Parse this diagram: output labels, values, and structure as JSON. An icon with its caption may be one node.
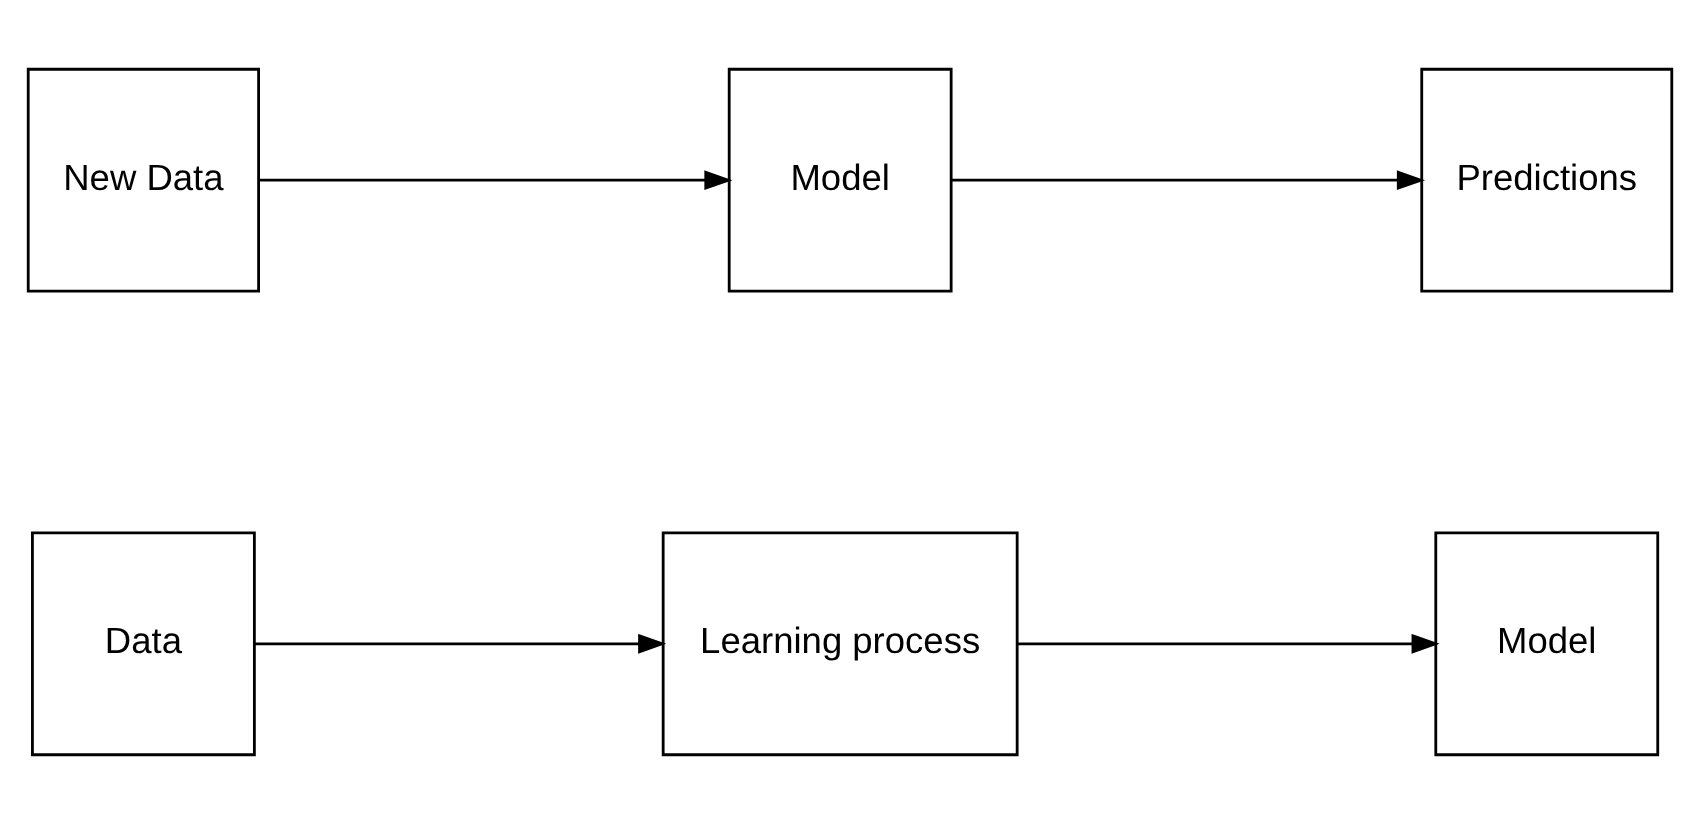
{
  "diagram": {
    "nodes": [
      {
        "text": [
          "Data"
        ]
      },
      {
        "text": [
          "Learning process"
        ]
      },
      {
        "text": [
          "Model"
        ]
      },
      {
        "text": [
          "New Data"
        ]
      },
      {
        "text": [
          "Model"
        ]
      },
      {
        "text": [
          "Predictions"
        ]
      }
    ],
    "edges": [
      {
        "from": 0,
        "to": 1,
        "arrow": "to"
      },
      {
        "from": 1,
        "to": 2,
        "arrow": "to"
      },
      {
        "from": 3,
        "to": 4,
        "arrow": "to"
      },
      {
        "from": 4,
        "to": 5,
        "arrow": "to"
      }
    ]
  }
}
